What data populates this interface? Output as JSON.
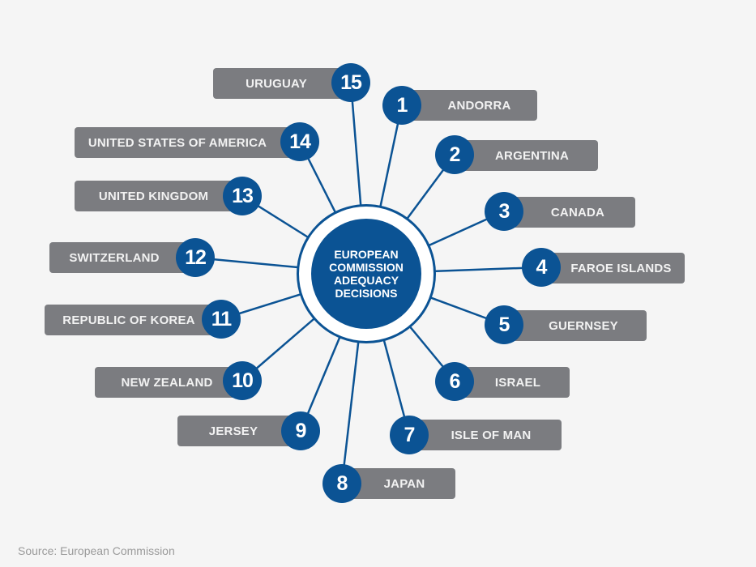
{
  "hub": {
    "lines": [
      "EUROPEAN",
      "COMMISSION",
      "ADEQUACY",
      "DECISIONS"
    ]
  },
  "items": [
    {
      "num": "1",
      "label": "ANDORRA"
    },
    {
      "num": "2",
      "label": "ARGENTINA"
    },
    {
      "num": "3",
      "label": "CANADA"
    },
    {
      "num": "4",
      "label": "FAROE ISLANDS"
    },
    {
      "num": "5",
      "label": "GUERNSEY"
    },
    {
      "num": "6",
      "label": "ISRAEL"
    },
    {
      "num": "7",
      "label": "ISLE OF MAN"
    },
    {
      "num": "8",
      "label": "JAPAN"
    },
    {
      "num": "9",
      "label": "JERSEY"
    },
    {
      "num": "10",
      "label": "NEW ZEALAND"
    },
    {
      "num": "11",
      "label": "REPUBLIC OF KOREA"
    },
    {
      "num": "12",
      "label": "SWITZERLAND"
    },
    {
      "num": "13",
      "label": "UNITED KINGDOM"
    },
    {
      "num": "14",
      "label": "UNITED STATES OF AMERICA"
    },
    {
      "num": "15",
      "label": "URUGUAY"
    }
  ],
  "source": "Source: European Commission",
  "colors": {
    "primary_blue": "#0b5394",
    "label_gray": "#7b7c80",
    "background": "#f5f5f5"
  }
}
